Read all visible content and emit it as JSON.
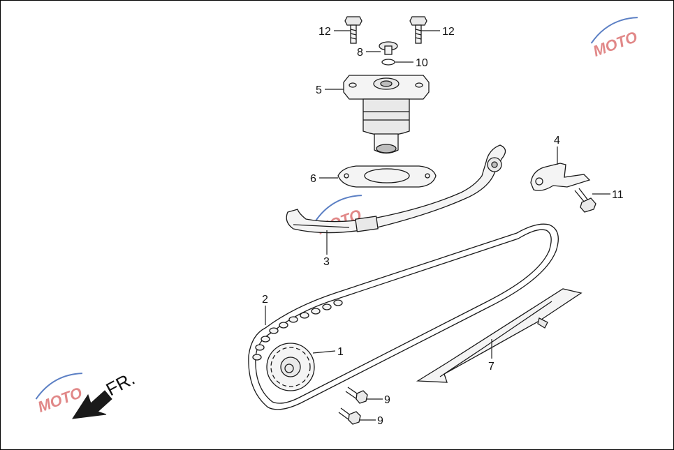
{
  "diagram": {
    "callouts": [
      {
        "id": "c12a",
        "label": "12"
      },
      {
        "id": "c12b",
        "label": "12"
      },
      {
        "id": "c8",
        "label": "8"
      },
      {
        "id": "c10",
        "label": "10"
      },
      {
        "id": "c5",
        "label": "5"
      },
      {
        "id": "c6",
        "label": "6"
      },
      {
        "id": "c4",
        "label": "4"
      },
      {
        "id": "c11",
        "label": "11"
      },
      {
        "id": "c3",
        "label": "3"
      },
      {
        "id": "c2",
        "label": "2"
      },
      {
        "id": "c1",
        "label": "1"
      },
      {
        "id": "c7",
        "label": "7"
      },
      {
        "id": "c9a",
        "label": "9"
      },
      {
        "id": "c9b",
        "label": "9"
      }
    ],
    "direction_label": "FR.",
    "watermark_text": "MOTO",
    "accent_colors": {
      "watermark_red": "#d24a4a",
      "watermark_blue": "#5b7fc4",
      "arrow": "#1a1a1a"
    }
  }
}
